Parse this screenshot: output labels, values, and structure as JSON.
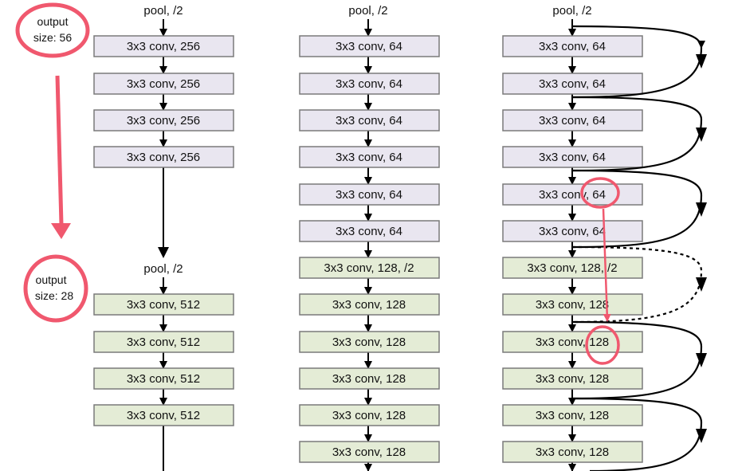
{
  "pool_label": "pool, /2",
  "annotations": {
    "size56": [
      "output",
      "size: 56"
    ],
    "size28": [
      "output",
      "size: 28"
    ],
    "accent_color": "#f0586e"
  },
  "columns": [
    {
      "name": "col-a",
      "blocks": [
        {
          "label": "3x3 conv, 256",
          "stage": "purple"
        },
        {
          "label": "3x3 conv, 256",
          "stage": "purple"
        },
        {
          "label": "3x3 conv, 256",
          "stage": "purple"
        },
        {
          "label": "3x3 conv, 256",
          "stage": "purple"
        },
        {
          "label": "3x3 conv, 512",
          "stage": "green"
        },
        {
          "label": "3x3 conv, 512",
          "stage": "green"
        },
        {
          "label": "3x3 conv, 512",
          "stage": "green"
        },
        {
          "label": "3x3 conv, 512",
          "stage": "green"
        }
      ]
    },
    {
      "name": "col-b",
      "blocks": [
        {
          "label": "3x3 conv, 64",
          "stage": "purple"
        },
        {
          "label": "3x3 conv, 64",
          "stage": "purple"
        },
        {
          "label": "3x3 conv, 64",
          "stage": "purple"
        },
        {
          "label": "3x3 conv, 64",
          "stage": "purple"
        },
        {
          "label": "3x3 conv, 64",
          "stage": "purple"
        },
        {
          "label": "3x3 conv, 64",
          "stage": "purple"
        },
        {
          "label": "3x3 conv, 128, /2",
          "stage": "green"
        },
        {
          "label": "3x3 conv, 128",
          "stage": "green"
        },
        {
          "label": "3x3 conv, 128",
          "stage": "green"
        },
        {
          "label": "3x3 conv, 128",
          "stage": "green"
        },
        {
          "label": "3x3 conv, 128",
          "stage": "green"
        },
        {
          "label": "3x3 conv, 128",
          "stage": "green"
        }
      ]
    },
    {
      "name": "col-c",
      "blocks": [
        {
          "label": "3x3 conv, 64",
          "stage": "purple"
        },
        {
          "label": "3x3 conv, 64",
          "stage": "purple"
        },
        {
          "label": "3x3 conv, 64",
          "stage": "purple"
        },
        {
          "label": "3x3 conv, 64",
          "stage": "purple"
        },
        {
          "label": "3x3 conv, 64",
          "stage": "purple"
        },
        {
          "label": "3x3 conv, 64",
          "stage": "purple"
        },
        {
          "label": "3x3 conv, 128, /2",
          "stage": "green"
        },
        {
          "label": "3x3 conv, 128",
          "stage": "green"
        },
        {
          "label": "3x3 conv, 128",
          "stage": "green"
        },
        {
          "label": "3x3 conv, 128",
          "stage": "green"
        },
        {
          "label": "3x3 conv, 128",
          "stage": "green"
        },
        {
          "label": "3x3 conv, 128",
          "stage": "green"
        }
      ]
    }
  ]
}
